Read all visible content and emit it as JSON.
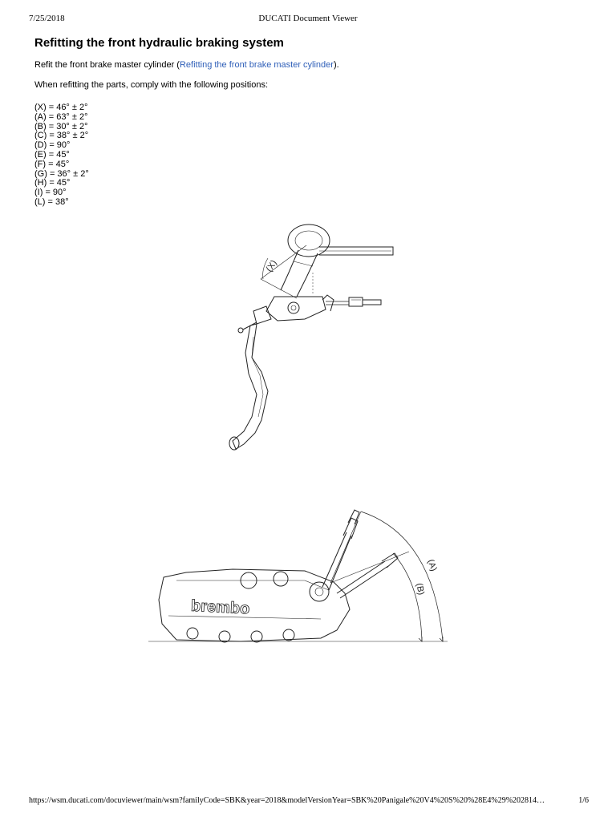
{
  "header": {
    "date": "7/25/2018",
    "title": "DUCATI Document Viewer"
  },
  "section_title": "Refitting the front hydraulic braking system",
  "intro": {
    "prefix": "Refit the front brake master cylinder (",
    "link_text": "Refitting the front brake master cylinder",
    "suffix": ")."
  },
  "instruction": "When refitting the parts, comply with the following positions:",
  "positions": [
    "(X) = 46° ± 2°",
    "(A) = 63° ± 2°",
    "(B) = 30° ± 2°",
    "(C) = 38° ± 2°",
    "(D) = 90°",
    "(E) = 45°",
    "(F) = 45°",
    "(G) = 36° ± 2°",
    "(H) = 45°",
    "(I) = 90°",
    "(L) = 38°"
  ],
  "figure1": {
    "label_x": "(X)"
  },
  "figure2": {
    "label_a": "(A)",
    "label_b": "(B)",
    "brand_text": "brembo"
  },
  "footer": {
    "url": "https://wsm.ducati.com/docuviewer/main/wsm?familyCode=SBK&year=2018&modelVersionYear=SBK%20Panigale%20V4%20S%20%28E4%29%202814…",
    "page": "1/6"
  }
}
